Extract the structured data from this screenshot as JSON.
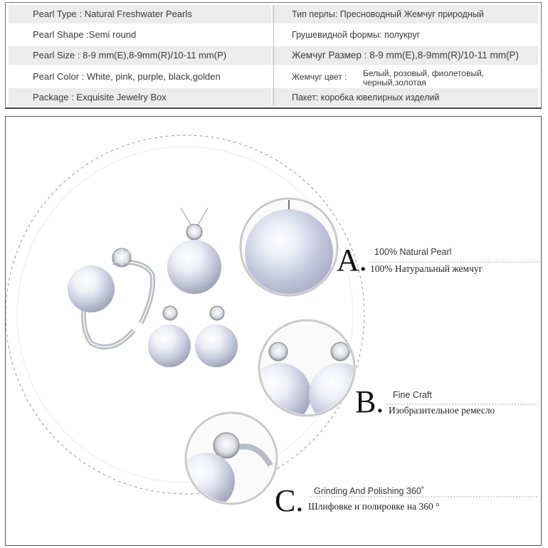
{
  "spec_table": {
    "rows": [
      {
        "en": "Pearl Type : Natural Freshwater Pearls",
        "ru": "Тип перлы: Пресноводный Жемчуг природный"
      },
      {
        "en": "Pearl Shape :Semi round",
        "ru": "Грушевидной формы: полукруг"
      },
      {
        "en": "Pearl Size : 8-9 mm(E),8-9mm(R)/10-11 mm(P)",
        "ru": "Жемчуг Размер : 8-9 mm(E),8-9mm(R)/10-11 mm(P)"
      },
      {
        "en": "Pearl Color : White, pink, purple, black,golden",
        "ru_label": "Жемчуг цвет :",
        "ru_line1": "Белый, розовый, фиолетовый,",
        "ru_line2": "черный,золотая"
      },
      {
        "en": "Package : Exquisite Jewelry Box",
        "ru": "Пакет: коробка ювелирных изделий"
      }
    ]
  },
  "features": [
    {
      "letter": "A.",
      "en": "100% Natural Pearl",
      "ru": "100% Натуральный жемчуг"
    },
    {
      "letter": "B.",
      "en": "Fine Craft",
      "ru": "Изобразительное ремесло"
    },
    {
      "letter": "C.",
      "en": "Grinding And Polishing 360˚",
      "ru": "Шлифовке и полировке на 360 °"
    }
  ],
  "colors": {
    "pearl_light": "#f4f5fa",
    "pearl_mid": "#c9cbdc",
    "silver": "#b9bcc4"
  }
}
